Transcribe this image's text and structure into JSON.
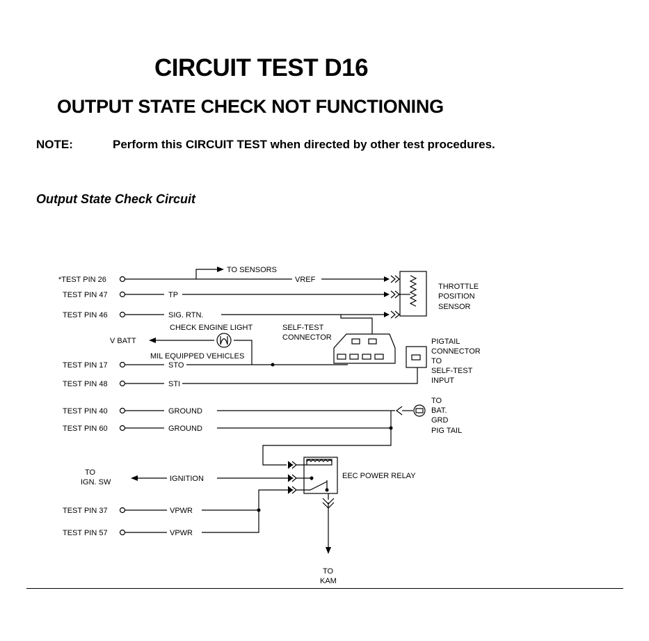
{
  "title": "CIRCUIT TEST D16",
  "subtitle": "OUTPUT STATE CHECK NOT FUNCTIONING",
  "note": {
    "label": "NOTE:",
    "text": "Perform this CIRCUIT TEST when directed by other test procedures."
  },
  "caption": "Output State Check Circuit",
  "diagram": {
    "pins": {
      "pin26": "*TEST PIN 26",
      "pin47": "TEST PIN 47",
      "pin46": "TEST PIN 46",
      "pin17": "TEST PIN 17",
      "pin48": "TEST PIN 48",
      "pin40": "TEST PIN 40",
      "pin60": "TEST PIN 60",
      "pin37": "TEST PIN 37",
      "pin57": "TEST PIN 57"
    },
    "wires": {
      "to_sensors": "TO SENSORS",
      "vref": "VREF",
      "tp": "TP",
      "sig_rtn": "SIG. RTN.",
      "sto": "STO",
      "sti": "STI",
      "ground1": "GROUND",
      "ground2": "GROUND",
      "ignition": "IGNITION",
      "vpwr1": "VPWR",
      "vpwr2": "VPWR"
    },
    "components": {
      "tps": [
        "THROTTLE",
        "POSITION",
        "SENSOR"
      ],
      "check_engine_light": "CHECK ENGINE LIGHT",
      "mil_equipped": "MIL EQUIPPED VEHICLES",
      "v_batt": "V BATT",
      "self_test_connector": [
        "SELF-TEST",
        "CONNECTOR"
      ],
      "pigtail_connector": [
        "PIGTAIL",
        "CONNECTOR",
        "TO",
        "SELF-TEST",
        "INPUT"
      ],
      "bat_grd": [
        "TO",
        "BAT.",
        "GRD",
        "PIG TAIL"
      ],
      "eec_power_relay": "EEC POWER RELAY",
      "to_ign_sw": [
        "TO",
        "IGN. SW"
      ],
      "to_kam": [
        "TO",
        "KAM"
      ]
    }
  }
}
